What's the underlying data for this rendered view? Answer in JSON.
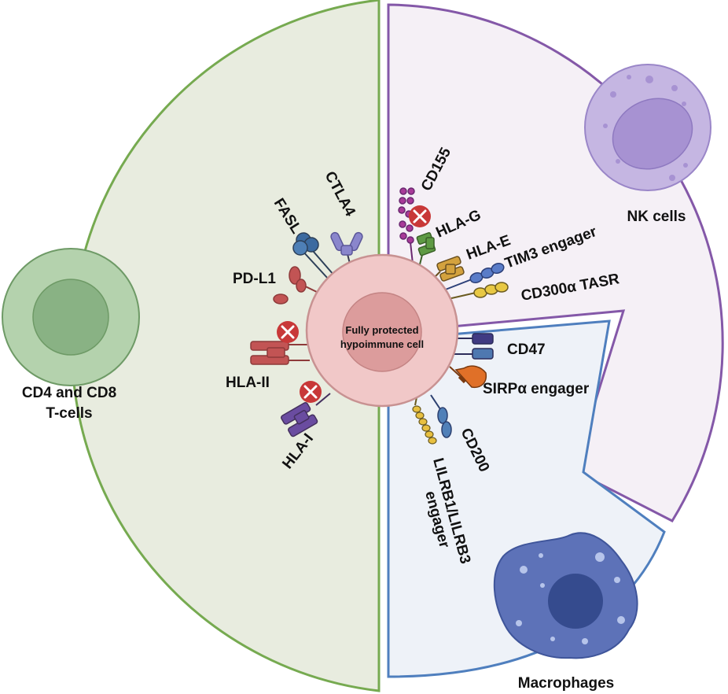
{
  "center_cell": {
    "line1": "Fully protected",
    "line2": "hypoimmune cell"
  },
  "cells": {
    "t_cells_line1": "CD4 and CD8",
    "t_cells_line2": "T-cells",
    "nk": "NK cells",
    "macrophages": "Macrophages"
  },
  "molecules": {
    "ctla4": "CTLA4",
    "fasl": "FASL",
    "pdl1": "PD-L1",
    "hla2": "HLA-II",
    "hla1": "HLA-I",
    "cd155": "CD155",
    "hlag": "HLA-G",
    "hlae": "HLA-E",
    "tim3": "TIM3 engager",
    "cd300": "CD300α TASR",
    "cd47": "CD47",
    "sirpa": "SIRPα engager",
    "cd200": "CD200",
    "lilrb_line1": "LILRB1/LILRB3",
    "lilrb_line2": "engager"
  },
  "colors": {
    "t_region_fill": "#e8ecdf",
    "t_region_border": "#76aa50",
    "nk_region_fill": "#f5f0f6",
    "nk_region_border": "#8458a8",
    "mac_region_fill": "#eef2f8",
    "mac_region_border": "#4f7fbe",
    "center_cell": "#f1c8c8",
    "center_nucleus": "#dc9c9c",
    "knockout_x": "#c83838"
  }
}
